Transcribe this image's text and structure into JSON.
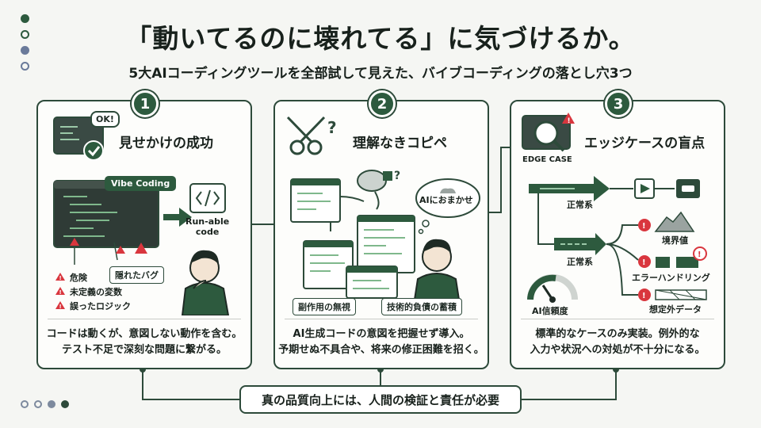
{
  "header": {
    "title": "「動いてるのに壊れてる」に気づけるか。",
    "subtitle": "5大AIコーディングツールを全部試して見えた、バイブコーディングの落とし穴3つ"
  },
  "cards": [
    {
      "number": "1",
      "title": "見せかけの成功",
      "bubble_ok": "OK!",
      "pill": "Vibe Coding",
      "runnable": "Run-able\ncode",
      "hidden_bug": "隠れたバグ",
      "risks": [
        "危険",
        "未定義の変数",
        "誤ったロジック"
      ],
      "desc": [
        "コードは動くが、意図しない動作を含む。",
        "テスト不足で深刻な問題に繋がる。"
      ]
    },
    {
      "number": "2",
      "title": "理解なきコピペ",
      "thought": "AIにおまかせ",
      "label_left": "副作用の無視",
      "label_right": "技術的負債の蓄積",
      "desc": [
        "AI生成コードの意図を把握せず導入。",
        "予期せぬ不具合や、将来の修正困難を招く。"
      ]
    },
    {
      "number": "3",
      "title": "エッジケースの盲点",
      "edge_case": "EDGE CASE",
      "normal1": "正常系",
      "normal2": "正常系",
      "boundary": "境界値",
      "error_handling": "エラーハンドリング",
      "unexpected": "想定外データ",
      "gauge": "AI信頼度",
      "desc": [
        "標準的なケースのみ実装。例外的な",
        "入力や状況への対処が不十分になる。"
      ]
    }
  ],
  "footer": {
    "text": "真の品質向上には、人間の検証と責任が必要"
  },
  "colors": {
    "accent": "#2d5a3e",
    "dark": "#2d4a3a",
    "warning": "#d9363e",
    "background": "#f5f6f3"
  }
}
